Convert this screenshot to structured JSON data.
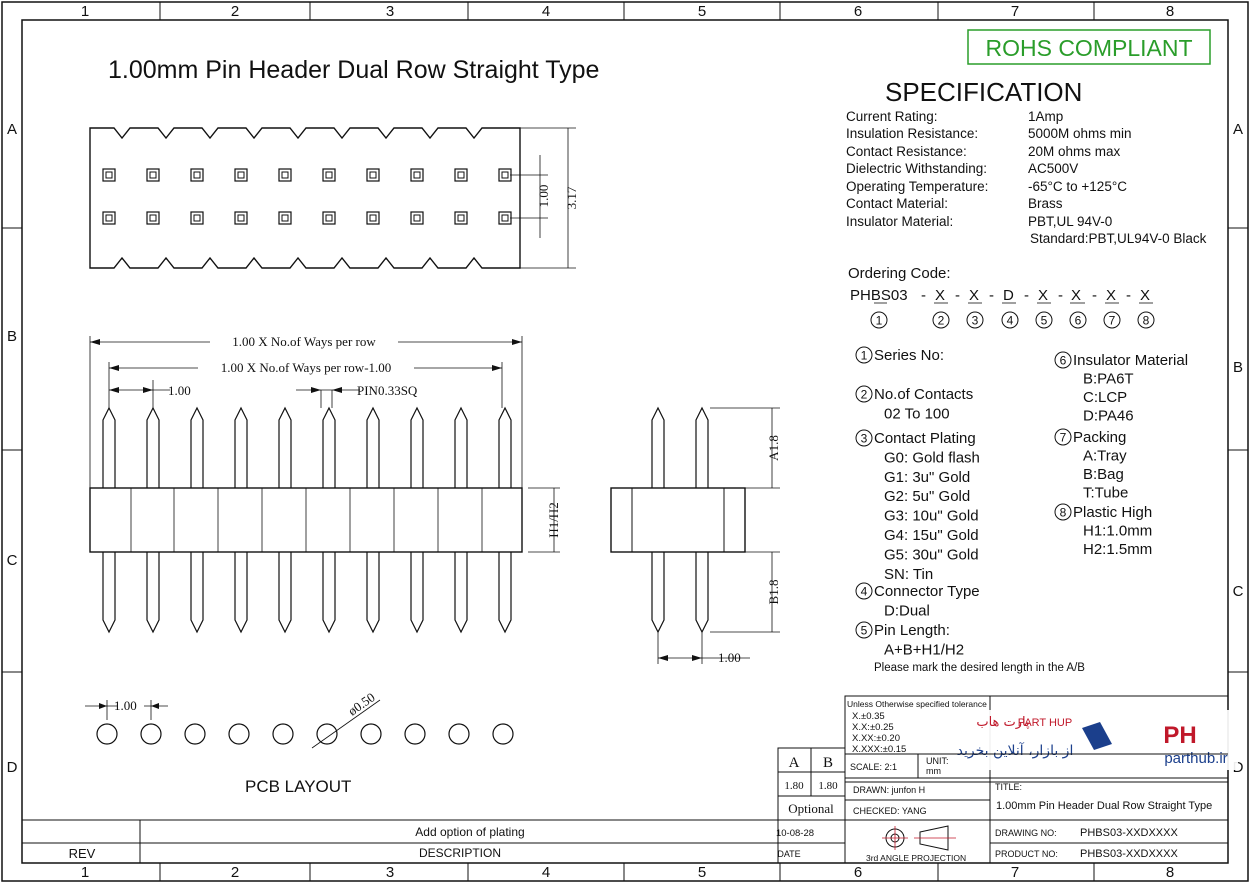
{
  "border": {
    "columns": [
      "1",
      "2",
      "3",
      "4",
      "5",
      "6",
      "7",
      "8"
    ],
    "rows": [
      "A",
      "B",
      "C",
      "D"
    ]
  },
  "title": "1.00mm Pin Header  Dual Row Straight Type",
  "rohs": "ROHS COMPLIANT",
  "spec": {
    "heading": "SPECIFICATION",
    "rows": [
      {
        "label": "Current Rating:",
        "value": "1Amp"
      },
      {
        "label": "Insulation Resistance:",
        "value": "5000M ohms min"
      },
      {
        "label": "Contact Resistance:",
        "value": "20M ohms max"
      },
      {
        "label": "Dielectric Withstanding:",
        "value": "AC500V"
      },
      {
        "label": "Operating Temperature:",
        "value": " -65°C to +125°C"
      },
      {
        "label": "Contact Material:",
        "value": "Brass"
      },
      {
        "label": "Insulator Material:",
        "value": "PBT,UL 94V-0"
      }
    ],
    "extra": "Standard:PBT,UL94V-0 Black"
  },
  "ordering": {
    "label": "Ordering Code:",
    "prefix": "PHBS03",
    "code": [
      "X",
      "X",
      "D",
      "X",
      "X",
      "X",
      "X"
    ],
    "circles": [
      "1",
      "2",
      "3",
      "4",
      "5",
      "6",
      "7",
      "8"
    ]
  },
  "legend_left": [
    {
      "num": "1",
      "title": "Series No:",
      "lines": []
    },
    {
      "num": "2",
      "title": "No.of Contacts",
      "lines": [
        "02 To 100"
      ]
    },
    {
      "num": "3",
      "title": "Contact Plating",
      "lines": [
        "G0: Gold  flash",
        "G1: 3u\" Gold",
        "G2: 5u\" Gold",
        "G3: 10u\" Gold",
        "G4: 15u\" Gold",
        "G5: 30u\" Gold",
        "SN: Tin"
      ]
    },
    {
      "num": "4",
      "title": "Connector Type",
      "lines": [
        "D:Dual"
      ]
    },
    {
      "num": "5",
      "title": "Pin Length:",
      "lines": [
        "A+B+H1/H2"
      ]
    }
  ],
  "legend_note": "Please mark the desired length in the A/B",
  "legend_right": [
    {
      "num": "6",
      "title": "Insulator Material",
      "lines": [
        "B:PA6T",
        "C:LCP",
        "D:PA46"
      ]
    },
    {
      "num": "7",
      "title": "Packing",
      "lines": [
        "A:Tray",
        "B:Bag",
        "T:Tube"
      ]
    },
    {
      "num": "8",
      "title": "Plastic High",
      "lines": [
        "H1:1.0mm",
        "H2:1.5mm"
      ]
    }
  ],
  "dims": {
    "top_v1": "1.00",
    "top_v2": "3.17",
    "front_total": "1.00 X No.of Ways per row",
    "front_pitch_total": "1.00 X No.of Ways per row-1.00",
    "front_pitch": "1.00",
    "pin_size": "PIN0.33SQ",
    "h": "H1/H2",
    "a": "A1.8",
    "b": "B1.8",
    "side_pitch": "1.00",
    "pcb_pitch": "1.00",
    "pcb_hole": "ø0.50"
  },
  "pcb_label": "PCB  LAYOUT",
  "ab_table": {
    "headers": [
      "A",
      "B"
    ],
    "values": [
      "1.80",
      "1.80"
    ],
    "optional": "Optional"
  },
  "tolerance": {
    "heading": "Unless Otherwise specified tolerance",
    "lines": [
      "X.±0.35",
      "X.X:±0.25",
      "X.XX:±0.20",
      "X.XXX:±0.15"
    ]
  },
  "watermark": {
    "brand_fa": "پارت هاب",
    "brand_en": "PART HUP",
    "tagline": "از بازار، آنلاین بخرید",
    "logo": "PH",
    "site": "parthub.ir"
  },
  "title_block": {
    "scale": "SCALE:  2:1",
    "unit_label": "UNIT:",
    "unit": "mm",
    "drawn": "DRAWN:  junfon  H",
    "checked": "CHECKED:  YANG",
    "title_label": "TITLE:",
    "title_value": "1.00mm Pin Header Dual Row Straight Type",
    "projection": "3rd  ANGLE  PROJECTION",
    "drawing_label": "DRAWING  NO:",
    "drawing_no": "PHBS03-XXDXXXX",
    "product_label": "PRODUCT  NO:",
    "product_no": "PHBS03-XXDXXXX"
  },
  "revision": {
    "description": "Add  option  of  plating",
    "date": "10-08-28",
    "rev_label": "REV",
    "desc_label": "DESCRIPTION",
    "date_label": "DATE"
  }
}
